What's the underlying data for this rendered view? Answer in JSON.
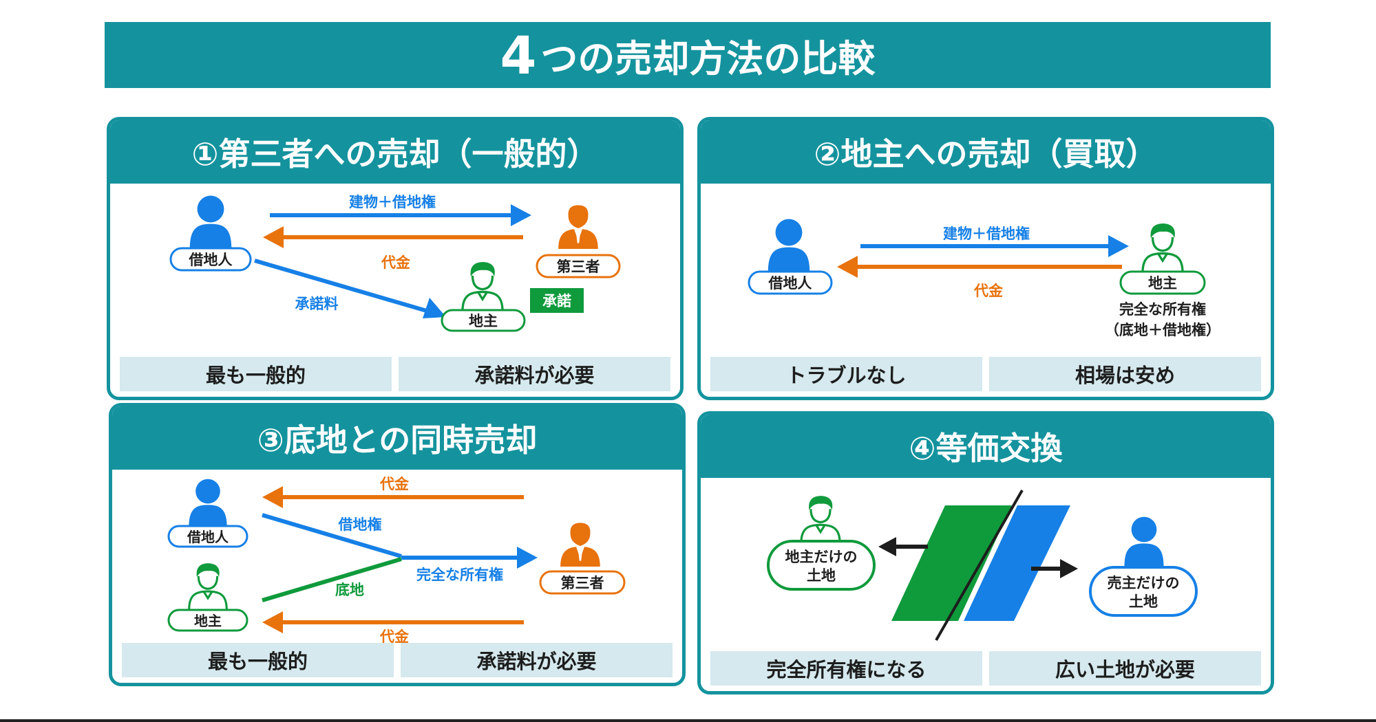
{
  "title": {
    "num": "4",
    "text": "つの売却方法の比較"
  },
  "colors": {
    "teal": "#14939e",
    "blue": "#1680e6",
    "orange": "#e8720c",
    "green": "#0f9a3c",
    "foot_bg": "#d5e9ee"
  },
  "panels": [
    {
      "title": "①第三者への売却（一般的）",
      "arrows": {
        "top": "建物＋借地権",
        "return": "代金",
        "diag": "承諾料"
      },
      "people": {
        "tenant": "借地人",
        "buyer": "第三者",
        "landlord": "地主"
      },
      "badge": "承諾",
      "footer": [
        "最も一般的",
        "承諾料が必要"
      ]
    },
    {
      "title": "②地主への売却（買取）",
      "arrows": {
        "top": "建物＋借地権",
        "return": "代金"
      },
      "people": {
        "tenant": "借地人",
        "landlord": "地主"
      },
      "note1": "完全な所有権",
      "note2": "（底地＋借地権）",
      "footer": [
        "トラブルなし",
        "相場は安め"
      ]
    },
    {
      "title": "③底地との同時売却",
      "arrows": {
        "top": "代金",
        "leasehold": "借地権",
        "land": "底地",
        "merged": "完全な所有権",
        "bottom": "代金"
      },
      "people": {
        "tenant": "借地人",
        "landlord": "地主",
        "buyer": "第三者"
      },
      "footer": [
        "最も一般的",
        "承諾料が必要"
      ]
    },
    {
      "title": "④等価交換",
      "labels": {
        "landlord_line1": "地主だけの",
        "landlord_line2": "土地",
        "seller_line1": "売主だけの",
        "seller_line2": "土地"
      },
      "footer": [
        "完全所有権になる",
        "広い土地が必要"
      ]
    }
  ]
}
